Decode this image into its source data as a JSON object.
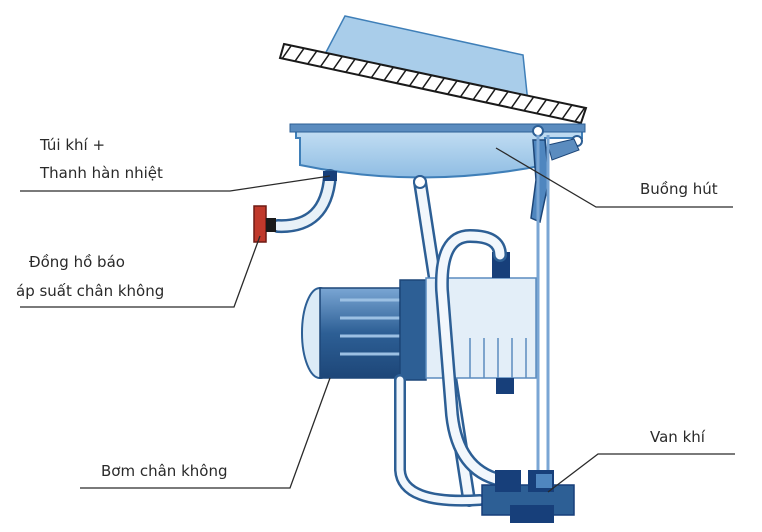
{
  "labels": {
    "airbag_line1": "Túi khí +",
    "airbag_line2": "Thanh hàn nhiệt",
    "gauge_line1": "Đồng hồ báo",
    "gauge_line2": "áp suất chân không",
    "pump": "Bơm chân không",
    "chamber": "Buồng hút",
    "valve": "Van khí"
  },
  "colors": {
    "chamber_blue": "#9cc7e8",
    "chamber_edge": "#3f7fb8",
    "lid_fill": "#a9cdea",
    "hatch": "#1a1a1a",
    "motor_dark": "#2d5f95",
    "motor_mid": "#5b8cbf",
    "motor_light": "#dcebf7",
    "pipe": "#2d5f95",
    "valve_dark": "#173f7a",
    "gauge_red": "#c0392b",
    "leader": "#2a2a2a"
  }
}
